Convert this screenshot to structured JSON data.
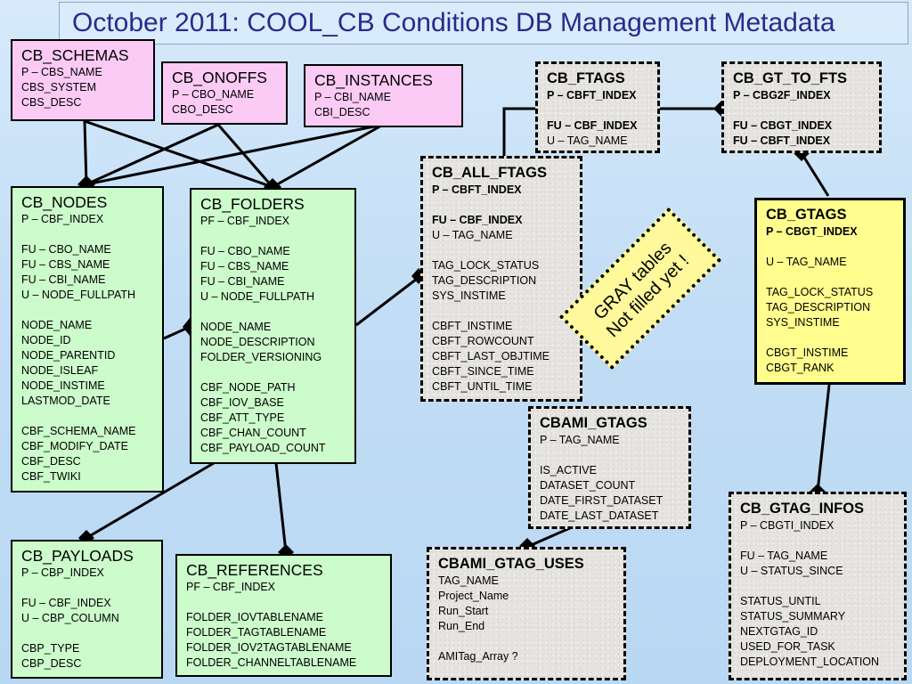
{
  "title": "October 2011: COOL_CB Conditions DB Management Metadata",
  "note": {
    "line1": "GRAY tables",
    "line2": "Not filled yet !"
  },
  "colors": {
    "pink": "#fbcbf5",
    "green": "#ccfccb",
    "yellow": "#fffd8e",
    "gray": "#e6e4e0",
    "title_text": "#2a2a8c"
  },
  "tables": {
    "cb_schemas": {
      "name": "CB_SCHEMAS",
      "rows": [
        "P – CBS_NAME",
        "CBS_SYSTEM",
        "CBS_DESC"
      ]
    },
    "cb_onoffs": {
      "name": "CB_ONOFFS",
      "rows": [
        "P – CBO_NAME",
        "CBO_DESC"
      ]
    },
    "cb_instances": {
      "name": "CB_INSTANCES",
      "rows": [
        "P – CBI_NAME",
        "CBI_DESC"
      ]
    },
    "cb_nodes": {
      "name": "CB_NODES",
      "rows": [
        "P – CBF_INDEX",
        "",
        "FU – CBO_NAME",
        "FU – CBS_NAME",
        "FU – CBI_NAME",
        "U – NODE_FULLPATH",
        "",
        "NODE_NAME",
        "NODE_ID",
        "NODE_PARENTID",
        "NODE_ISLEAF",
        "NODE_INSTIME",
        "LASTMOD_DATE",
        "",
        "CBF_SCHEMA_NAME",
        "CBF_MODIFY_DATE",
        "CBF_DESC",
        "CBF_TWIKI"
      ]
    },
    "cb_folders": {
      "name": "CB_FOLDERS",
      "rows": [
        "PF – CBF_INDEX",
        "",
        "FU – CBO_NAME",
        "FU – CBS_NAME",
        "FU – CBI_NAME",
        "U – NODE_FULLPATH",
        "",
        "NODE_NAME",
        "NODE_DESCRIPTION",
        "FOLDER_VERSIONING",
        "",
        "CBF_NODE_PATH",
        "CBF_IOV_BASE",
        "CBF_ATT_TYPE",
        "CBF_CHAN_COUNT",
        "CBF_PAYLOAD_COUNT"
      ]
    },
    "cb_payloads": {
      "name": "CB_PAYLOADS",
      "rows": [
        "P – CBP_INDEX",
        "",
        "FU – CBF_INDEX",
        "U – CBP_COLUMN",
        "",
        "CBP_TYPE",
        "CBP_DESC"
      ]
    },
    "cb_references": {
      "name": "CB_REFERENCES",
      "rows": [
        "PF – CBF_INDEX",
        "",
        "FOLDER_IOVTABLENAME",
        "FOLDER_TAGTABLENAME",
        "FOLDER_IOV2TAGTABLENAME",
        "FOLDER_CHANNELTABLENAME"
      ]
    },
    "cb_ftags": {
      "name": "CB_FTAGS",
      "rows": [
        "P – CBFT_INDEX",
        "",
        "FU – CBF_INDEX",
        "U – TAG_NAME"
      ]
    },
    "cb_gt_to_fts": {
      "name": "CB_GT_TO_FTS",
      "rows": [
        "P – CBG2F_INDEX",
        "",
        "FU – CBGT_INDEX",
        "FU – CBFT_INDEX"
      ]
    },
    "cb_all_ftags": {
      "name": "CB_ALL_FTAGS",
      "rows": [
        "P – CBFT_INDEX",
        "",
        "FU – CBF_INDEX",
        "U – TAG_NAME",
        "",
        "TAG_LOCK_STATUS",
        "TAG_DESCRIPTION",
        "SYS_INSTIME",
        "",
        "CBFT_INSTIME",
        "CBFT_ROWCOUNT",
        "CBFT_LAST_OBJTIME",
        "CBFT_SINCE_TIME",
        "CBFT_UNTIL_TIME"
      ]
    },
    "cb_gtags": {
      "name": "CB_GTAGS",
      "rows": [
        "P – CBGT_INDEX",
        "",
        "U – TAG_NAME",
        "",
        "TAG_LOCK_STATUS",
        "TAG_DESCRIPTION",
        "SYS_INSTIME",
        "",
        "CBGT_INSTIME",
        "CBGT_RANK"
      ]
    },
    "cbami_gtags": {
      "name": "CBAMI_GTAGS",
      "rows": [
        "P – TAG_NAME",
        "",
        "IS_ACTIVE",
        "DATASET_COUNT",
        "DATE_FIRST_DATASET",
        "DATE_LAST_DATASET"
      ]
    },
    "cbami_gtag_uses": {
      "name": "CBAMI_GTAG_USES",
      "rows": [
        "TAG_NAME",
        "Project_Name",
        "Run_Start",
        "Run_End",
        "",
        "AMITag_Array ?"
      ]
    },
    "cb_gtag_infos": {
      "name": "CB_GTAG_INFOS",
      "rows": [
        "P – CBGTI_INDEX",
        "",
        "FU – TAG_NAME",
        "U – STATUS_SINCE",
        "",
        "STATUS_UNTIL",
        "STATUS_SUMMARY",
        "NEXTGTAG_ID",
        "USED_FOR_TASK",
        "DEPLOYMENT_LOCATION"
      ]
    }
  }
}
